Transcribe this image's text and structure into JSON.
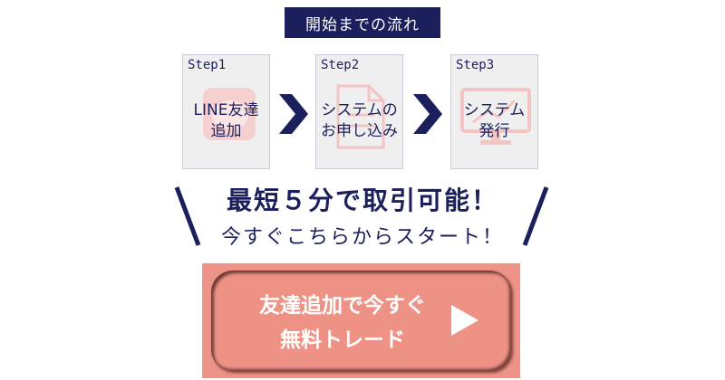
{
  "header": {
    "title": "開始までの流れ"
  },
  "steps": [
    {
      "step_label": "Step1",
      "text": "LINE友達\n追加",
      "icon": "line-app-icon"
    },
    {
      "step_label": "Step2",
      "text": "システムの\nお申し込み",
      "icon": "document-icon"
    },
    {
      "step_label": "Step3",
      "text": "システム\n発行",
      "icon": "monitor-chart-icon"
    }
  ],
  "headline": {
    "line1": "最短５分で取引可能！",
    "line2": "今すぐこちらからスタート！"
  },
  "cta": {
    "label": "友達追加で今すぐ\n無料トレード",
    "icon": "play-icon"
  },
  "colors": {
    "navy": "#1b1f5c",
    "card_bg": "#efefef",
    "cta_bg": "#ee9387",
    "icon_pink": "#f4c4c4"
  }
}
